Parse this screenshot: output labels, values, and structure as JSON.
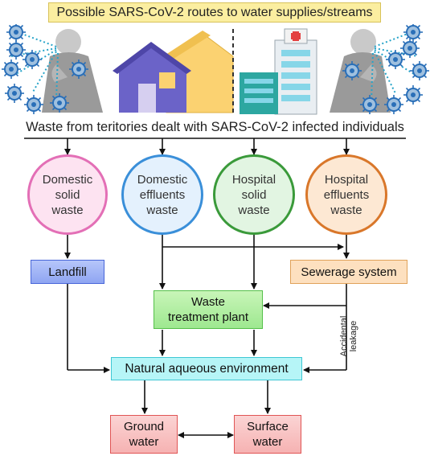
{
  "title": "Possible SARS-CoV-2 routes to water supplies/streams",
  "subtitle": "Waste from teritories dealt with SARS-CoV-2 infected individuals",
  "sources": [
    {
      "label": "Domestic\nsolid\nwaste",
      "fill": "#fde3f1",
      "border": "#e36fb6"
    },
    {
      "label": "Domestic\neffluents\nwaste",
      "fill": "#e4f1fd",
      "border": "#3a8fd9"
    },
    {
      "label": "Hospital\nsolid\nwaste",
      "fill": "#e2f5e2",
      "border": "#3a9a3a"
    },
    {
      "label": "Hospital\neffluents\nwaste",
      "fill": "#fde8d3",
      "border": "#d9772a"
    }
  ],
  "landfill": {
    "label": "Landfill",
    "fill": "#9aaff5",
    "border": "#4866d9"
  },
  "sewerage": {
    "label": "Sewerage system",
    "fill": "#fde0bf",
    "border": "#e0a25a"
  },
  "treatment": {
    "label": "Waste\ntreatment plant",
    "fill": "#b6f0a6",
    "border": "#55c04a"
  },
  "environment": {
    "label": "Natural aqueous environment",
    "fill": "#b6f5f7",
    "border": "#3ec7d4"
  },
  "ground": {
    "label": "Ground\nwater",
    "fill": "#f9c4c4",
    "border": "#e05555"
  },
  "surface": {
    "label": "Surface\nwater",
    "fill": "#f9c4c4",
    "border": "#e05555"
  },
  "leakage": "Accidental\nleakage",
  "icons": [
    "coronavirus-icon",
    "sick-person-icon",
    "house-icon",
    "hospital-icon"
  ]
}
